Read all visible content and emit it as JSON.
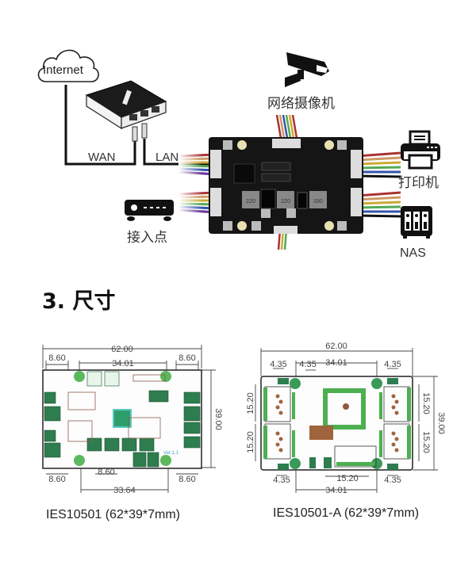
{
  "network_diagram": {
    "internet_label": "Internet",
    "wan_label": "WAN",
    "lan_label": "LAN",
    "camera_label": "网络摄像机",
    "printer_label": "打印机",
    "access_point_label": "接入点",
    "nas_label": "NAS",
    "board_inductor_marks": [
      "220",
      "220",
      "330"
    ]
  },
  "section": {
    "title": "3. 尺寸"
  },
  "boards": [
    {
      "caption": "IES10501 (62*39*7mm)",
      "version_mark": "Ver:1.1",
      "dimensions": {
        "width": "62.00",
        "height": "39.00",
        "top_hole_spacing": "34.01",
        "bottom_hole_spacing": "33.64",
        "top_left": "8.60",
        "top_right": "8.60",
        "bottom_left": "8.60",
        "bottom_center": "8.60",
        "bottom_right": "8.60"
      }
    },
    {
      "caption": "IES10501-A (62*39*7mm)",
      "dimensions": {
        "width": "62.00",
        "height": "39.00",
        "top_hole_spacing": "34.01",
        "bottom_hole_spacing": "34.01",
        "top_left": "4.35",
        "top_center": "4.35",
        "top_right": "4.35",
        "left_upper": "15.20",
        "left_lower": "15.20",
        "right_upper": "15.20",
        "right_lower": "15.20",
        "bottom_center": "15.20",
        "bottom_left": "4.35",
        "bottom_right": "4.35"
      }
    }
  ]
}
